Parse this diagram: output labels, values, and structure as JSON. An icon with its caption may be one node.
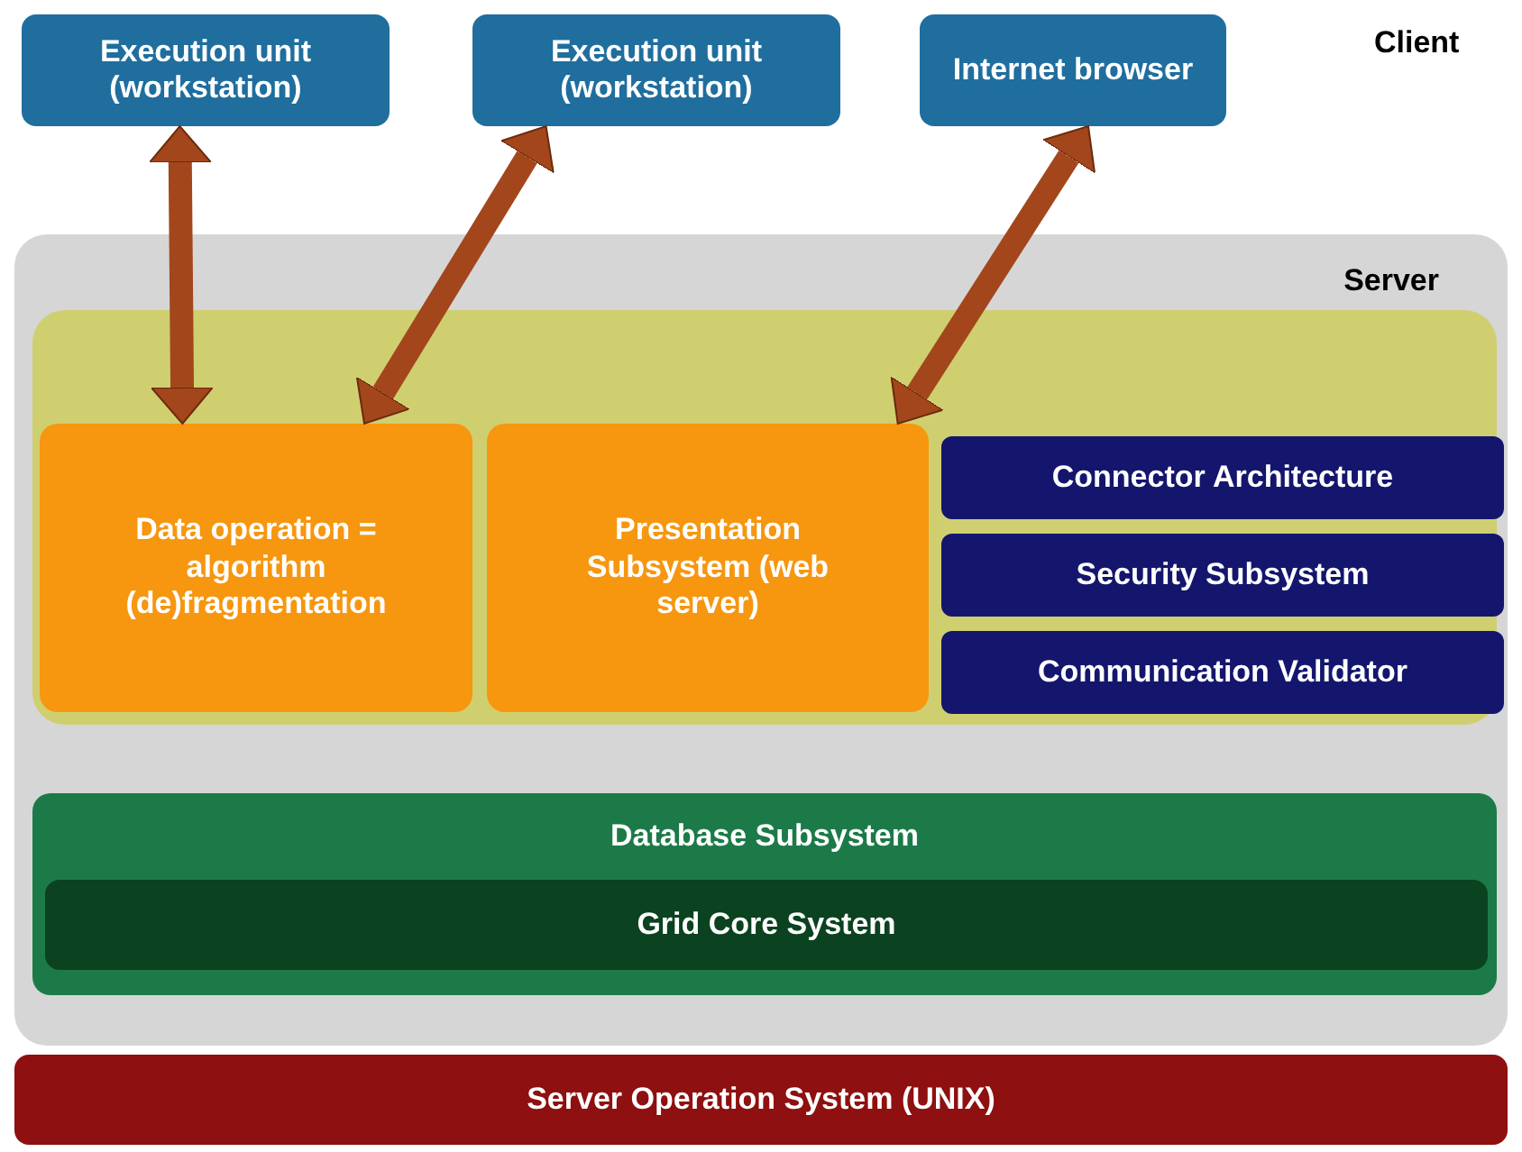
{
  "diagram": {
    "nodes": [
      {
        "text": [
          "Execution unit (workstation)"
        ]
      },
      {
        "text": [
          "Execution unit (workstation)"
        ]
      },
      {
        "text": [
          "Internet browser"
        ]
      },
      {
        "text": [
          "Server"
        ]
      },
      {
        "text": [],
        "shape": "box",
        "in": 3
      },
      {
        "text": [
          "Data operation = algorithm (de)fragmentation"
        ],
        "in": 4
      },
      {
        "text": [
          "Presentation Subsystem (web server)"
        ],
        "in": 4
      },
      {
        "text": [
          "Connector Architecture"
        ],
        "in": 4
      },
      {
        "text": [
          "Security Subsystem"
        ],
        "in": 4
      },
      {
        "text": [
          "Communication Validator"
        ],
        "in": 4
      },
      {
        "text": [
          "Database Subsystem"
        ],
        "in": 3
      },
      {
        "text": [
          "Grid Core System"
        ],
        "in": 10
      },
      {
        "text": [
          "Server Operation System (UNIX)"
        ]
      }
    ],
    "edges": [
      {
        "from": 0,
        "to": 5,
        "arrow": "both"
      },
      {
        "from": 1,
        "to": 5,
        "arrow": "both"
      },
      {
        "from": 2,
        "to": 6,
        "arrow": "both"
      }
    ],
    "labels": [
      "Client"
    ]
  }
}
